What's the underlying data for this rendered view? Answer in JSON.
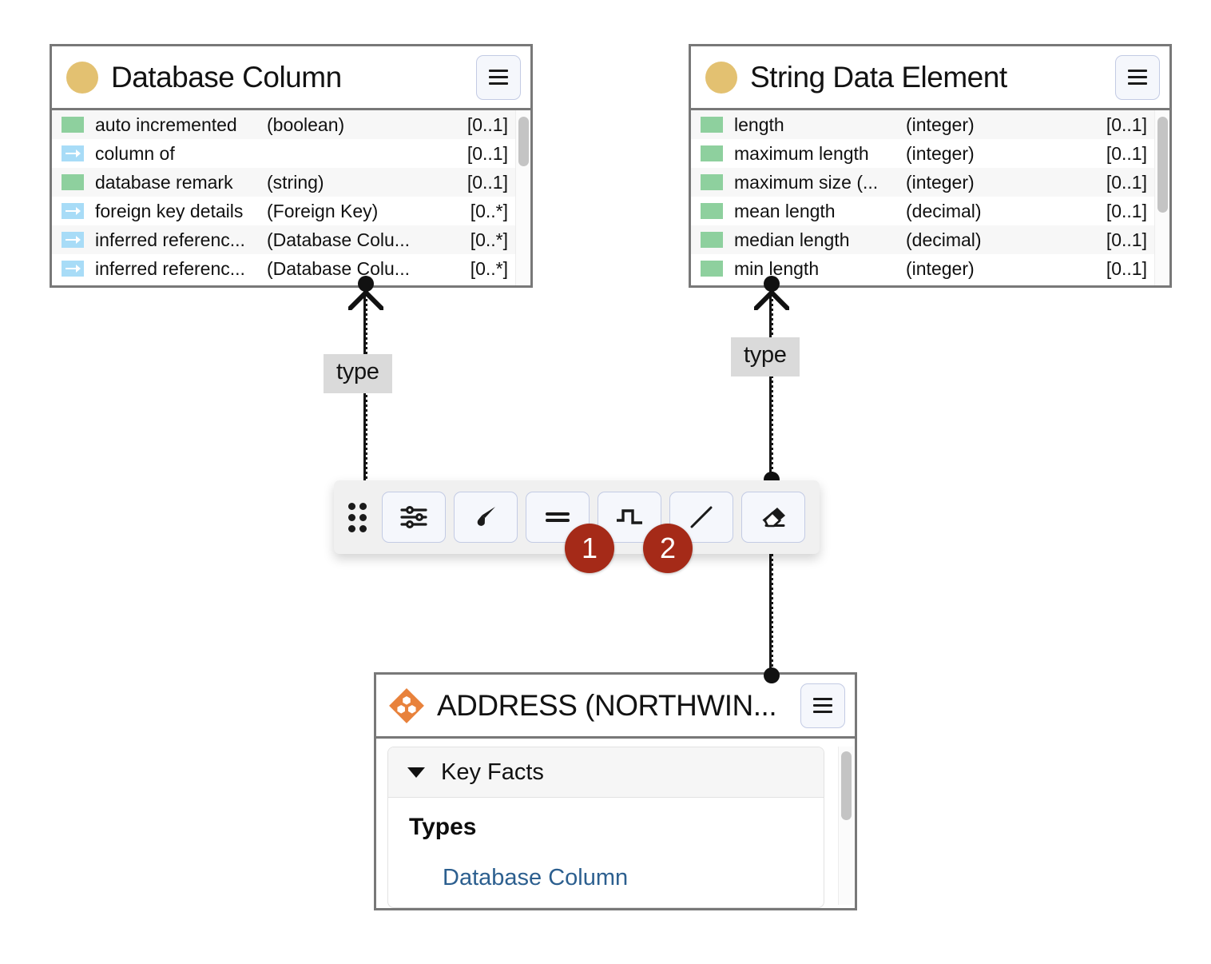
{
  "canvas": {
    "background": "#ffffff"
  },
  "colors": {
    "card_border": "#787878",
    "attribute_swatch": "#8ed09e",
    "relation_swatch": "#a8dcf7",
    "type_dot": "#e3c171",
    "package_diamond": "#e8823c",
    "badge": "#a52a18",
    "link": "#2c5f8f",
    "edge_label_bg": "#dadada"
  },
  "cards": [
    {
      "id": "database-column",
      "title": "Database Column",
      "icon": "type-circle-icon",
      "menu_label": "≡",
      "scroll_thumb_pct": 28,
      "rows": [
        {
          "kind": "attribute",
          "name": "auto incremented",
          "type": "(boolean)",
          "card": "[0..1]"
        },
        {
          "kind": "relation",
          "name": "column of",
          "type": "",
          "card": "[0..1]"
        },
        {
          "kind": "attribute",
          "name": "database remark",
          "type": "(string)",
          "card": "[0..1]"
        },
        {
          "kind": "relation",
          "name": "foreign key details",
          "type": "(Foreign Key)",
          "card": "[0..*]"
        },
        {
          "kind": "relation",
          "name": "inferred referenc...",
          "type": "(Database Colu...",
          "card": "[0..*]"
        },
        {
          "kind": "relation",
          "name": "inferred referenc...",
          "type": "(Database Colu...",
          "card": "[0..*]"
        }
      ]
    },
    {
      "id": "string-data-element",
      "title": "String Data Element",
      "icon": "type-circle-icon",
      "menu_label": "≡",
      "scroll_thumb_pct": 42,
      "rows": [
        {
          "kind": "attribute",
          "name": "length",
          "type": "(integer)",
          "card": "[0..1]"
        },
        {
          "kind": "attribute",
          "name": "maximum length",
          "type": "(integer)",
          "card": "[0..1]"
        },
        {
          "kind": "attribute",
          "name": "maximum size (...",
          "type": "(integer)",
          "card": "[0..1]"
        },
        {
          "kind": "attribute",
          "name": "mean length",
          "type": "(decimal)",
          "card": "[0..1]"
        },
        {
          "kind": "attribute",
          "name": "median length",
          "type": "(decimal)",
          "card": "[0..1]"
        },
        {
          "kind": "attribute",
          "name": "min length",
          "type": "(integer)",
          "card": "[0..1]"
        }
      ]
    }
  ],
  "detail_panel": {
    "id": "address-northwind",
    "title": "ADDRESS (NORTHWIN...",
    "icon": "package-diamond-icon",
    "menu_label": "≡",
    "section": {
      "label": "Key Facts",
      "expanded": true,
      "types_heading": "Types",
      "types": [
        "Database Column"
      ]
    },
    "scroll_thumb_pct": 38
  },
  "edges": [
    {
      "id": "edge-address-to-database-column",
      "label": "type"
    },
    {
      "id": "edge-address-to-string-data-element",
      "label": "type"
    }
  ],
  "toolbar": {
    "drag_handle": "drag-grip-icon",
    "buttons": [
      {
        "id": "settings",
        "icon": "sliders-icon",
        "label": "Settings"
      },
      {
        "id": "style",
        "icon": "paintbrush-icon",
        "label": "Style"
      },
      {
        "id": "straight",
        "icon": "equals-icon",
        "label": "Straight"
      },
      {
        "id": "orthogonal",
        "icon": "step-line-icon",
        "label": "Orthogonal"
      },
      {
        "id": "diagonal",
        "icon": "diagonal-line-icon",
        "label": "Diagonal"
      },
      {
        "id": "erase",
        "icon": "eraser-icon",
        "label": "Erase"
      }
    ],
    "badges": [
      {
        "text": "1",
        "target": "orthogonal"
      },
      {
        "text": "2",
        "target": "diagonal"
      }
    ]
  }
}
